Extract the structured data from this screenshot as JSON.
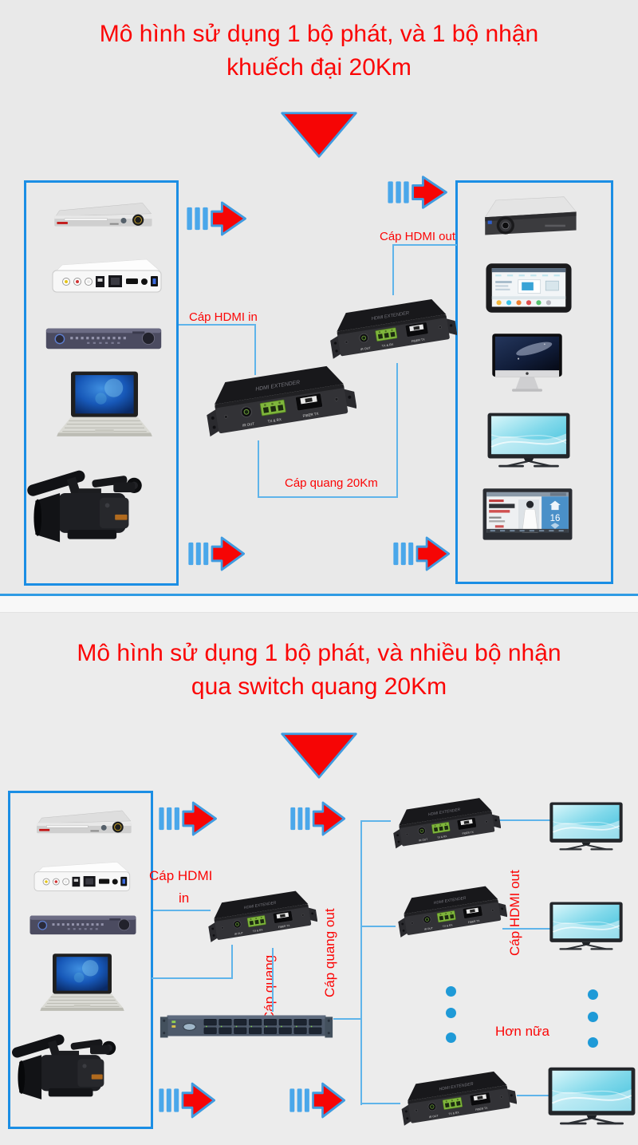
{
  "section1": {
    "title_line1": "Mô hình sử dụng 1 bộ phát, và 1 bộ nhận",
    "title_line2": "khuếch đại 20Km",
    "label_hdmi_in": "Cáp HDMI in",
    "label_hdmi_out": "Cáp HDMI out",
    "label_fiber": "Cáp quang 20Km",
    "source_devices": [
      "dvd-player",
      "set-top-box",
      "dvr",
      "laptop",
      "camcorder"
    ],
    "display_devices": [
      "projector",
      "tablet-display",
      "imac",
      "tv",
      "signage-tv"
    ]
  },
  "section2": {
    "title_line1": "Mô hình sử dụng 1 bộ phát, và nhiều bộ nhận",
    "title_line2": "qua switch quang 20Km",
    "label_hdmi_in_line1": "Cáp HDMI",
    "label_hdmi_in_line2": "in",
    "label_fiber_in": "Cáp quang",
    "label_fiber_out": "Cáp quang out",
    "label_hdmi_out": "Cáp HDMI out",
    "label_more": "Hơn nữa",
    "source_devices": [
      "dvd-player",
      "set-top-box",
      "dvr",
      "laptop",
      "camcorder"
    ],
    "receiver_count": 3,
    "tv_count": 3
  },
  "extender": {
    "brand": "HDMI EXTENDER",
    "port_labels": [
      "IR OUT",
      "TX & RX",
      "FIBER TX"
    ]
  },
  "signage_tv": {
    "date_number": "16"
  },
  "colors": {
    "background_top": "#e9e9e9",
    "background_bottom": "#ececec",
    "box_border_blue": "#1b8ee4",
    "connector_line_blue": "#5fb4ea",
    "label_red": "#fb0505",
    "arrow_red": "#f60505",
    "arrow_outline_blue": "#3f9be0",
    "dash_blue": "#4aa7ea",
    "dot_blue": "#1f9ad7"
  }
}
